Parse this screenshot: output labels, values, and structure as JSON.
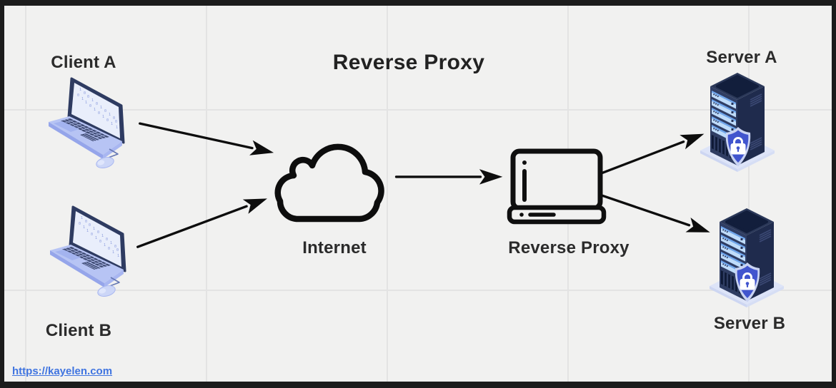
{
  "title": "Reverse Proxy",
  "nodes": {
    "client_a": {
      "label": "Client A",
      "icon": "laptop-isometric"
    },
    "client_b": {
      "label": "Client B",
      "icon": "laptop-isometric"
    },
    "internet": {
      "label": "Internet",
      "icon": "cloud-outline"
    },
    "reverse_proxy": {
      "label": "Reverse Proxy",
      "icon": "laptop-outline"
    },
    "server_a": {
      "label": "Server A",
      "icon": "server-shield-lock"
    },
    "server_b": {
      "label": "Server B",
      "icon": "server-shield-lock"
    }
  },
  "connections": [
    {
      "from": "Client A",
      "to": "Internet"
    },
    {
      "from": "Client B",
      "to": "Internet"
    },
    {
      "from": "Internet",
      "to": "Reverse Proxy"
    },
    {
      "from": "Reverse Proxy",
      "to": "Server A"
    },
    {
      "from": "Reverse Proxy",
      "to": "Server B"
    }
  ],
  "footer": {
    "link": "https://kayelen.com"
  },
  "colors": {
    "background": "#f1f1f0",
    "grid_line": "#e3e3e3",
    "frame": "#1c1c1c",
    "arrow": "#0d0d0d",
    "text": "#2b2b2b",
    "link": "#3f74e0",
    "laptop_body": "#b7c4f4",
    "server_body": "#2b3859",
    "slot_blue": "#bfdcfa",
    "shield": "#4155ce"
  }
}
